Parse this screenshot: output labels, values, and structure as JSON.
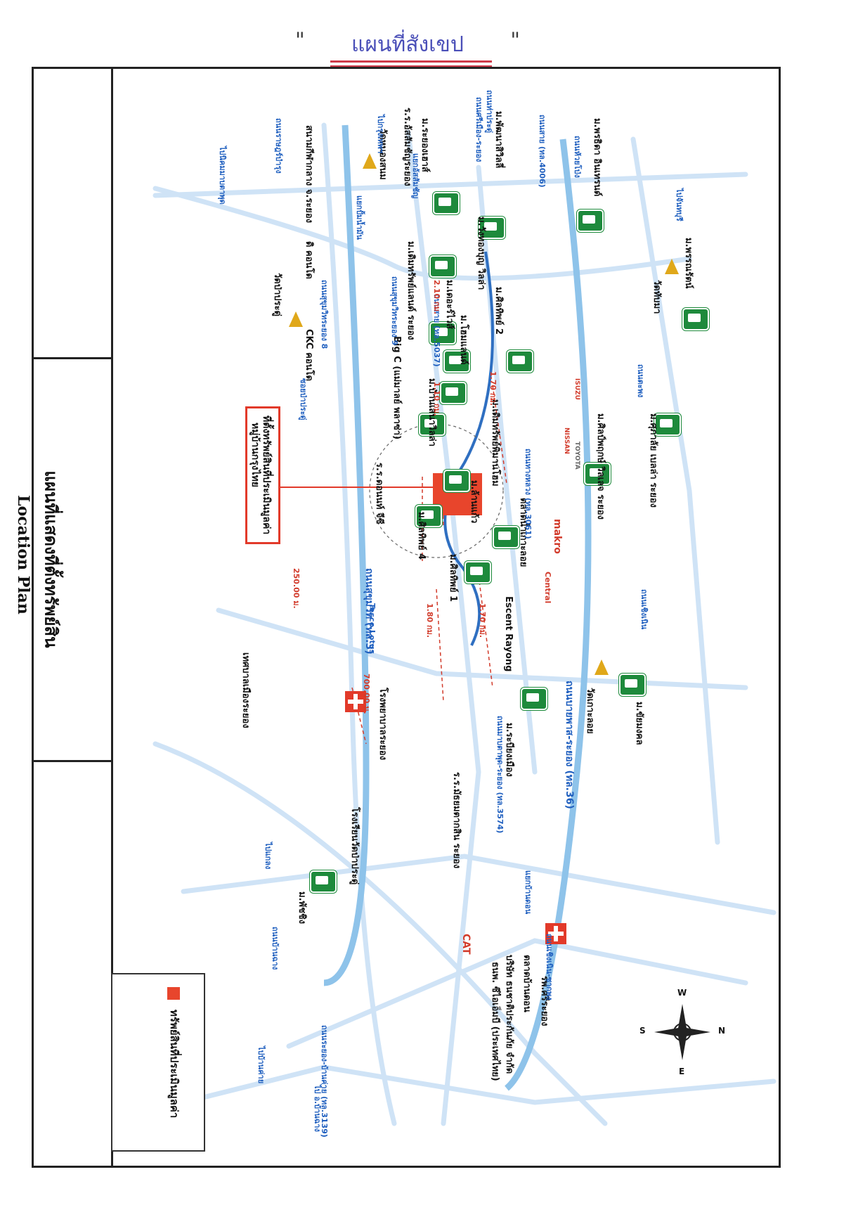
{
  "handwritten_title": "แผนที่สังเขป",
  "quote_marks": [
    "\"",
    "\""
  ],
  "title": {
    "thai": "แผนที่แสดงที่ตั้งทรัพย์สิน",
    "english": "Location Plan"
  },
  "subject": {
    "label_line1": "ที่ตั้งทรัพย์สินที่ประเมินมูลค่า",
    "label_line2": "หมู่บ้านกรุงไทย"
  },
  "legend": {
    "label": "ทรัพย์สินที่ประเมินมูลค่า",
    "swatch_color": "#e8452c"
  },
  "compass": {
    "n": "N",
    "s": "S",
    "e": "E",
    "w": "W"
  },
  "roads": [
    "ถนนสุขุมวิท (ทล.3)",
    "ถนนบายพาส-ระยอง (ทล.36)",
    "ถนนระยอง-บ้านค่าย (ทล.3139)",
    "ถนนศรีเมือง-ระยอง",
    "ถนนสาย (ทล.4006)",
    "ถนนสาย (ทล.5037)",
    "ถนนมาบตาพุด-ระยอง (ทล.3574)",
    "ถนนทางหลวง (ทล.3061)",
    "ถนนเชิงเนิน-ซากพง",
    "ถนนบ้านฉาง",
    "ถนนตะพง",
    "ถนนเชิงเนิน",
    "ถนนห้วยโป่ง",
    "ถนนท่าประดู่",
    "ถนนราษฎร์บำรุง",
    "ถนนสุขุมวิทระยอง 8",
    "ถนนสุขุมวิทระยอง 9"
  ],
  "distances": [
    "2.10 กม.",
    "1.70 กม.",
    "1.10 กม.",
    "1.80 กม.",
    "1.70 กม.",
    "700.00 ม.",
    "250.00 ม."
  ],
  "arrows": [
    "ไปนิคมมาบตาพุด",
    "ไปกรุงเทพฯ",
    "ไปจันทบุรี",
    "ไปบ้านค่าย",
    "ไปแกลง",
    "ไป อ.บ้านฉาง"
  ],
  "places": [
    "ม.พรธิดา อินเทรนด์",
    "ม.พัฒนาสิวิลลี่",
    "ม.ระยองเฮาส์",
    "ร.ร.อัสสัมชัญระยอง",
    "วัดหนองสนม",
    "สนามกีฬากลาง จ.ระยอง",
    "แยกปั้มน้ำมัน",
    "ม.วังทองบุญ วิลล่า",
    "ม.เดอะร์ไวส์",
    "ม.เดิมทรัพย์แลนด์ ระยอง",
    "ม.โฮมแลนด์",
    "ม.บ้านเสนาวิลล่า",
    "ม.ศิลทิพย์ 2",
    "ม.ศุภาลัย เบลล่า ระยอง",
    "ม.ศิลป์พฤกษ์ วิลเลจ ระยอง",
    "ม.พรรณรัตน์",
    "วัดทับมา",
    "Big C (แม่มาลย์ พลาซ่า)",
    "ดิ คอนโด",
    "CKC คอนโด",
    "วัดป่าประดู่",
    "ซอยป่าประดู่",
    "ม.เดิมทรัพย์พิมานโฮม",
    "ร.ร.ดอนนท์ จีซี",
    "ม.ล้านแก้ว",
    "ตลาดน้ำเกาะลอย",
    "makro",
    "Central",
    "Escent Rayong",
    "ม.ศิลทิพย์ 4",
    "ม.ศิลทิพย์ 1",
    "Tesco Lotus",
    "โรงพยาบาลระยอง",
    "เทศบาลเมืองระยอง",
    "วัดเกาะลอย",
    "ม.ขัยมงคล",
    "ม.ระบียงเมือง",
    "ร.ร.มัธยมตากสิน ระยอง",
    "โรงเรียนวัดป่าประดู่",
    "ม.พัชชิง",
    "แยกบ้านดอน",
    "บริษัท ธนชาติประกันภัย จำกัด",
    "ธนพ. ซีไอเอ็มบี (ประเทศไทย)",
    "รพ.ศรีระยอง",
    "ตลาดบ้านดอน",
    "CAT",
    "TOYOTA",
    "NISSAN",
    "ISUZU",
    "แยกอัสสัมชัญ"
  ],
  "colors": {
    "road": "#cfe3f6",
    "main_road": "#8ec3ea",
    "river": "#2f6fc1",
    "subject": "#e8452c",
    "village_icon": "#1e8a3c",
    "road_text": "#1f5fbf",
    "distance_text": "#d23b2b"
  },
  "icons": [
    "village-icon",
    "temple-icon",
    "hospital-icon",
    "fuel-icon",
    "traffic-light-icon",
    "compass-icon",
    "arrow-icon",
    "school-icon"
  ]
}
